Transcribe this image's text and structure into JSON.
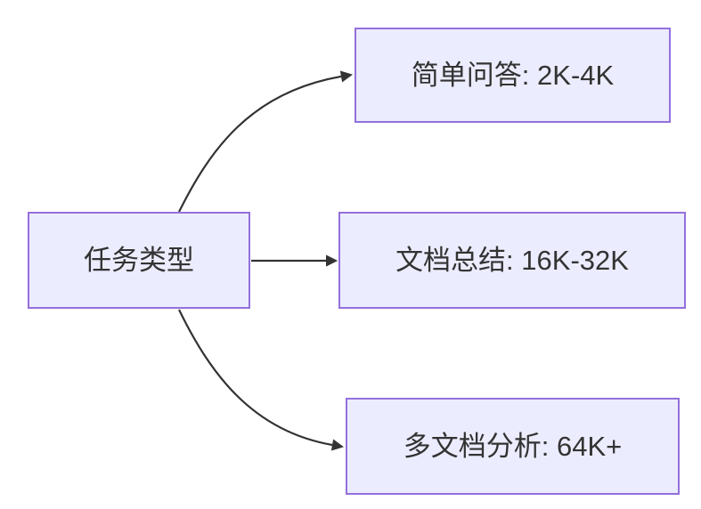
{
  "diagram": {
    "type": "flowchart-lr",
    "root": {
      "label": "任务类型"
    },
    "branches": [
      {
        "label": "简单问答: 2K-4K"
      },
      {
        "label": "文档总结: 16K-32K"
      },
      {
        "label": "多文档分析: 64K+"
      }
    ],
    "colors": {
      "node_fill": "#ECECFF",
      "node_border": "#9370DB",
      "edge": "#333333",
      "text": "#333333",
      "background": "#FFFFFF"
    }
  }
}
